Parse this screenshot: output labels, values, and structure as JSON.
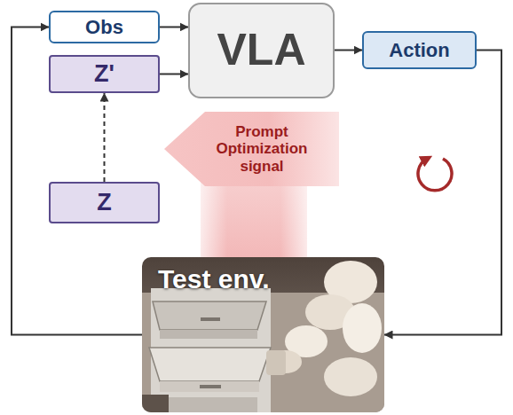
{
  "diagram": {
    "nodes": [
      {
        "text": [
          "Obs"
        ]
      },
      {
        "text": [
          "Z'"
        ]
      },
      {
        "text": [
          "VLA"
        ]
      },
      {
        "text": [
          "Action"
        ]
      },
      {
        "text": [
          "Prompt Optimization signal"
        ]
      },
      {
        "text": [
          "Z"
        ]
      },
      {
        "text": [
          "Test env."
        ]
      }
    ],
    "edges": [
      {
        "from": 0,
        "to": 2,
        "arrow": "to"
      },
      {
        "from": 1,
        "to": 2,
        "arrow": "to"
      },
      {
        "from": 5,
        "to": 1,
        "arrow": "to"
      },
      {
        "from": 2,
        "to": 3,
        "arrow": "to"
      },
      {
        "from": 3,
        "to": 6,
        "arrow": "to"
      },
      {
        "from": 6,
        "to": 0,
        "arrow": "to"
      }
    ]
  }
}
